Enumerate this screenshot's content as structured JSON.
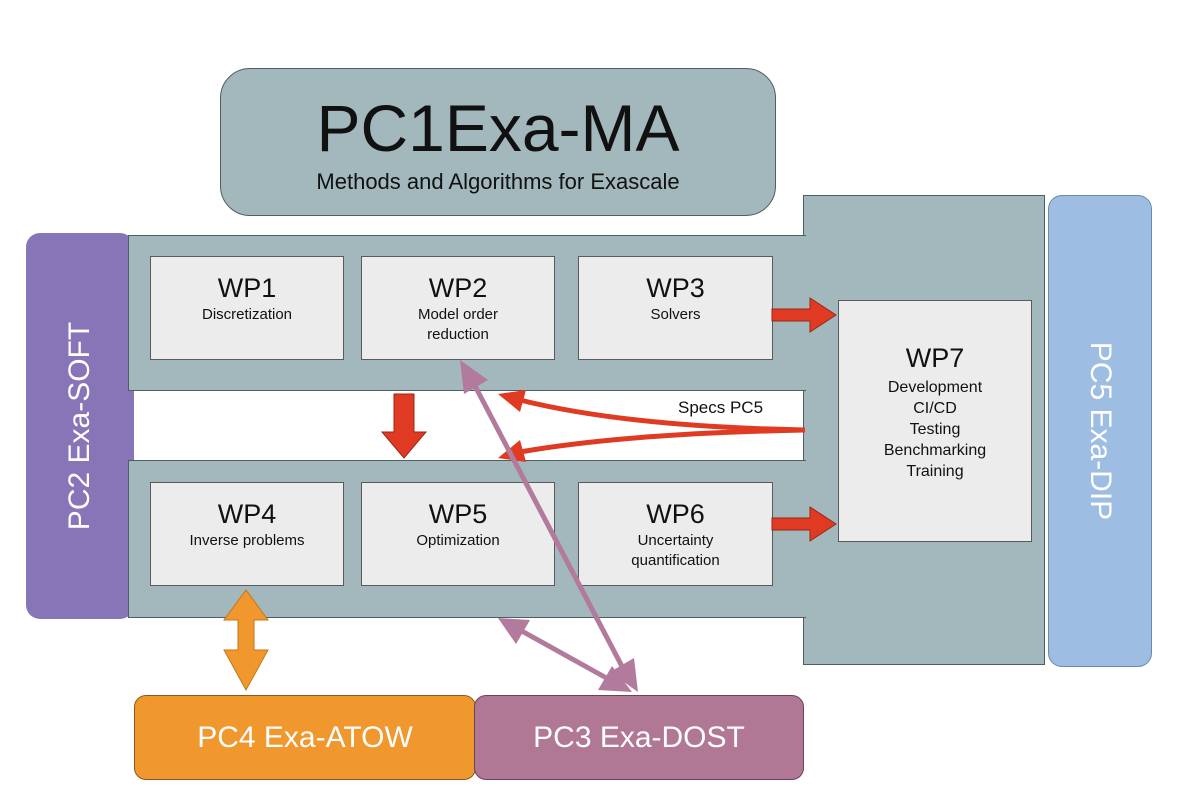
{
  "header": {
    "title": "PC1Exa-MA",
    "subtitle": "Methods and Algorithms for Exascale"
  },
  "side_left": {
    "label": "PC2 Exa-SOFT",
    "color": "#8775b8"
  },
  "side_right": {
    "label": "PC5 Exa-DIP",
    "color": "#9dbde3"
  },
  "work_packages": {
    "wp1": {
      "title": "WP1",
      "lines": [
        "Discretization"
      ]
    },
    "wp2": {
      "title": "WP2",
      "lines": [
        "Model order",
        "reduction"
      ]
    },
    "wp3": {
      "title": "WP3",
      "lines": [
        "Solvers"
      ]
    },
    "wp4": {
      "title": "WP4",
      "lines": [
        "Inverse problems"
      ]
    },
    "wp5": {
      "title": "WP5",
      "lines": [
        "Optimization"
      ]
    },
    "wp6": {
      "title": "WP6",
      "lines": [
        "Uncertainty",
        "quantification"
      ]
    },
    "wp7": {
      "title": "WP7",
      "lines": [
        "Development",
        "CI/CD",
        "Testing",
        "Benchmarking",
        "Training"
      ]
    }
  },
  "specs_label": "Specs PC5",
  "bottom": {
    "pc4": {
      "label": "PC4 Exa-ATOW",
      "color": "#f0972e"
    },
    "pc3": {
      "label": "PC3 Exa-DOST",
      "color": "#b07894"
    }
  },
  "colors": {
    "panel": "#a2b8bd",
    "wp": "#ececec",
    "red_arrow": "#e03a23",
    "mauve_arrow": "#b27a9c",
    "orange_arrow": "#f0972e"
  }
}
